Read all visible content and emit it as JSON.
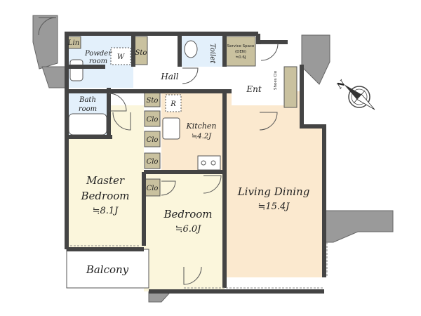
{
  "rooms": {
    "master_bedroom": {
      "name_line1": "Master",
      "name_line2": "Bedroom",
      "size": "≒8.1J"
    },
    "bedroom": {
      "name": "Bedroom",
      "size": "≒6.0J"
    },
    "living_dining": {
      "name": "Living Dining",
      "size": "≒15.4J"
    },
    "kitchen": {
      "name": "Kitchen",
      "size": "≒4.2J"
    },
    "balcony": {
      "name": "Balcony"
    },
    "bath": {
      "name_line1": "Bath",
      "name_line2": "room"
    },
    "powder": {
      "name_line1": "Powder",
      "name_line2": "room"
    },
    "toilet": {
      "name": "Toilet"
    },
    "hall": {
      "name": "Hall"
    },
    "entrance": {
      "name": "Ent"
    },
    "service_space": {
      "name_line1": "Service Space",
      "name_line2": "(DEN)",
      "size": "≒0.6J"
    }
  },
  "storage": {
    "linen": "Lin",
    "washer": "W",
    "sto_upper": "Sto",
    "sto_hall": "Sto",
    "refrigerator": "R",
    "closet_1": "Clo",
    "closet_2": "Clo",
    "closet_3": "Clo",
    "closet_4": "Clo",
    "shoes_closet": "Shoes Clo"
  },
  "compass": {
    "label": "N"
  },
  "colors": {
    "master_bedroom": "#fbf6dc",
    "bedroom": "#fbf6dc",
    "living_dining": "#fbe9cf",
    "kitchen": "#fbe9cf",
    "wet_area": "#e3f0fb",
    "storage": "#c9c19f",
    "wall": "#5a5a5a"
  }
}
